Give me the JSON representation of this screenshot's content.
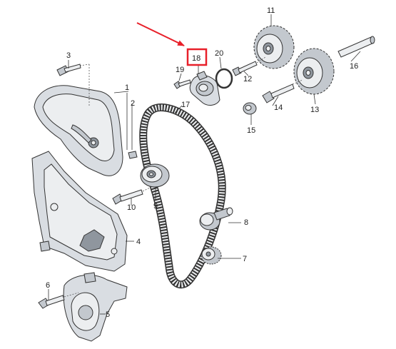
{
  "highlight_color": "#e8202a",
  "callouts": {
    "c1": "1",
    "c2": "2",
    "c3": "3",
    "c4": "4",
    "c5": "5",
    "c6": "6",
    "c7": "7",
    "c8": "8",
    "c9": "9",
    "c10": "10",
    "c11": "11",
    "c12": "12",
    "c13": "13",
    "c14": "14",
    "c15": "15",
    "c16": "16",
    "c17": "17",
    "c18": "18",
    "c19": "19",
    "c20": "20"
  }
}
